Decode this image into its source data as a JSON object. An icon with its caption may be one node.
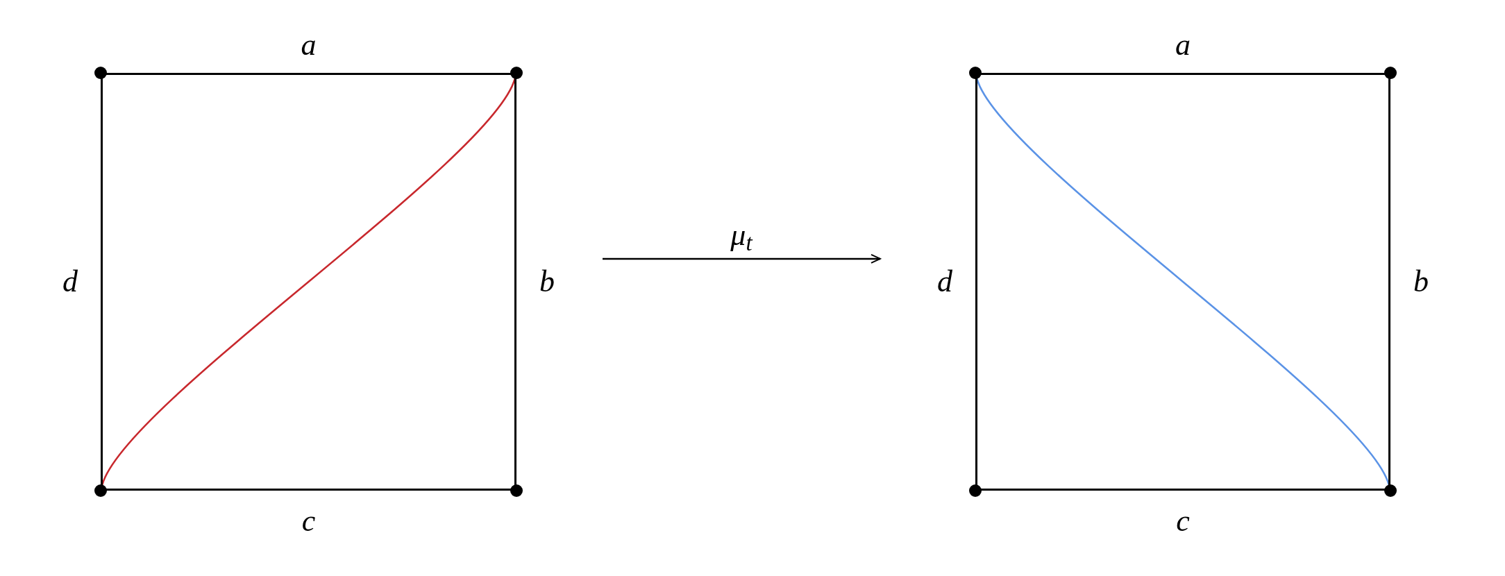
{
  "diagram": {
    "nodes": [
      {
        "text": [],
        "shape": "box",
        "beside": [
          "a",
          "d",
          "b",
          "c"
        ]
      },
      {
        "text": [],
        "shape": "circle",
        "in": 0
      },
      {
        "text": [],
        "shape": "circle",
        "in": 0
      },
      {
        "text": [],
        "shape": "circle",
        "in": 0
      },
      {
        "text": [],
        "shape": "circle",
        "in": 0
      },
      {
        "text": [],
        "shape": "box",
        "beside": [
          "a",
          "d",
          "b",
          "c"
        ]
      },
      {
        "text": [],
        "shape": "circle",
        "in": 5
      },
      {
        "text": [],
        "shape": "circle",
        "in": 5
      },
      {
        "text": [],
        "shape": "circle",
        "in": 5
      },
      {
        "text": [],
        "shape": "circle",
        "in": 5
      }
    ],
    "edges": [
      {
        "from": 3,
        "to": 2,
        "arrow": "none",
        "color": "#c8282d"
      },
      {
        "from": 0,
        "to": 5,
        "arrow": "to",
        "label": "μ$_{t}$",
        "color": "#000000"
      },
      {
        "from": 6,
        "to": 9,
        "arrow": "none",
        "color": "#5b93e6"
      }
    ]
  }
}
